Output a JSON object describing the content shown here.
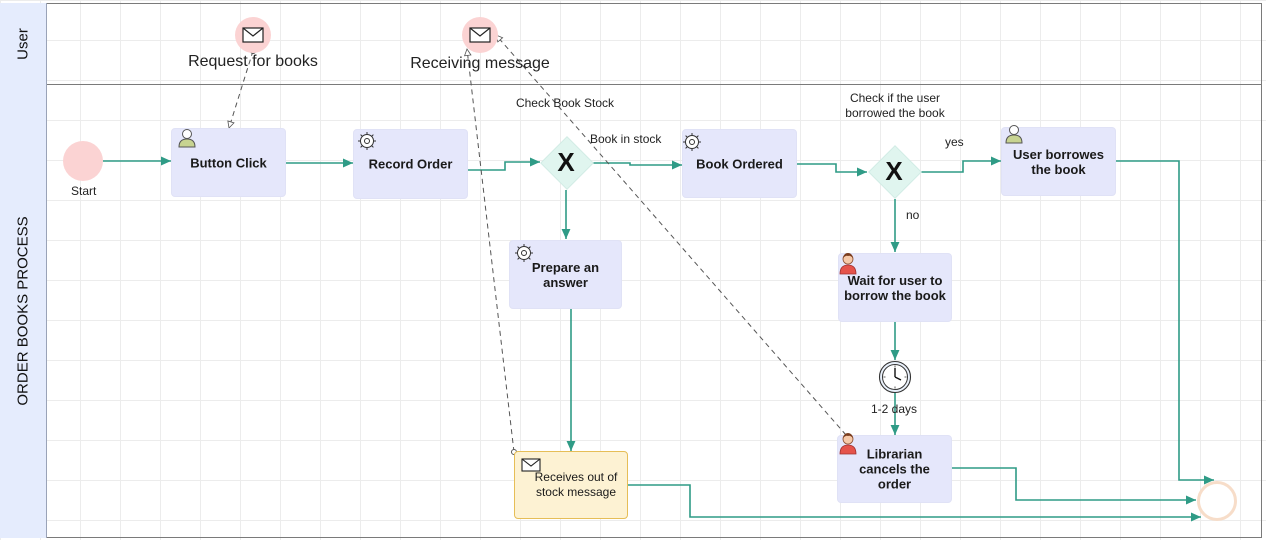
{
  "lanes": {
    "user": "User",
    "process": "ORDER BOOKS PROCESS"
  },
  "events": {
    "start": "Start",
    "request_message": "Request for books",
    "receiving_message": "Receiving message",
    "timer": "1-2 days"
  },
  "gateways": {
    "stock": "Check Book Stock",
    "borrowed": "Check if the user borrowed the book"
  },
  "flow_labels": {
    "in_stock": "Book in stock",
    "yes": "yes",
    "no": "no"
  },
  "tasks": {
    "button_click": "Button Click",
    "record_order": "Record Order",
    "book_ordered": "Book Ordered",
    "user_borrows": "User borrowes the book",
    "prepare_answer": "Prepare an answer",
    "wait_user": "Wait for user to borrow the book",
    "librarian_cancels": "Librarian cancels the order",
    "receives_out_of_stock": "Receives out of stock message"
  },
  "colors": {
    "task_fill": "#e5e7fb",
    "gateway_fill": "#e0f5ef",
    "flow": "#2f9b86",
    "start_event": "#fbd3d3",
    "end_event": "#f7ddc9",
    "message_task_fill": "#fdf2d3",
    "lane_label": "#e5ecfd"
  },
  "icons": {
    "user_task": "user-icon",
    "service_task": "gear-icon",
    "manual_task": "person-icon",
    "message": "envelope-icon",
    "timer": "clock-icon",
    "gateway": "exclusive-gateway-x-icon"
  }
}
